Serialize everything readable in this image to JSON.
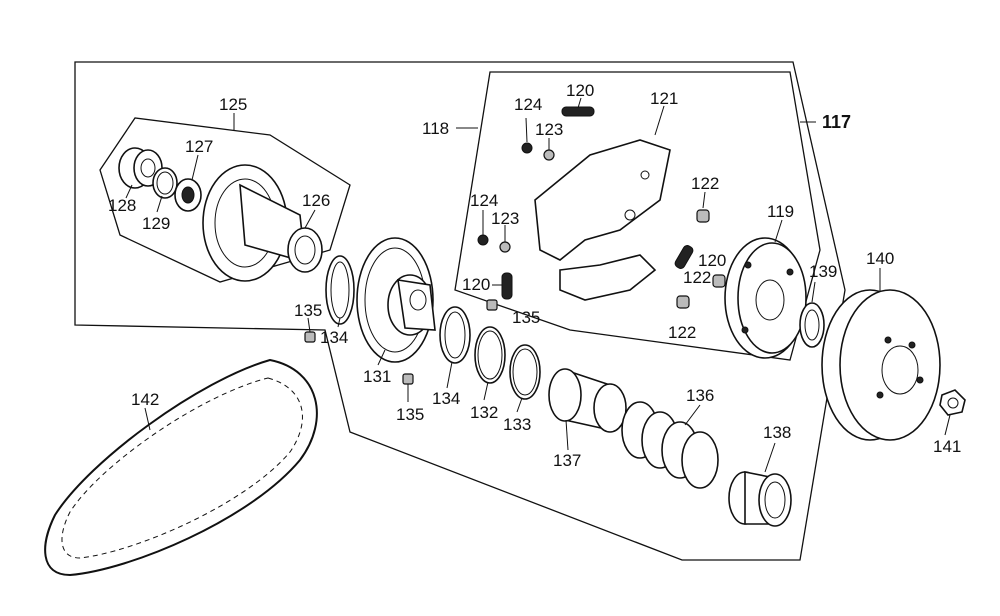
{
  "diagram": {
    "labels": {
      "l117": "117",
      "l118": "118",
      "l119": "119",
      "l120a": "120",
      "l120b": "120",
      "l120c": "120",
      "l121": "121",
      "l122a": "122",
      "l122b": "122",
      "l122c": "122",
      "l123a": "123",
      "l123b": "123",
      "l124a": "124",
      "l124b": "124",
      "l125": "125",
      "l126": "126",
      "l127": "127",
      "l128": "128",
      "l129": "129",
      "l131": "131",
      "l132": "132",
      "l133": "133",
      "l134a": "134",
      "l134b": "134",
      "l135a": "135",
      "l135b": "135",
      "l135c": "135",
      "l136": "136",
      "l137": "137",
      "l138": "138",
      "l139": "139",
      "l140": "140",
      "l141": "141",
      "l142": "142"
    }
  }
}
